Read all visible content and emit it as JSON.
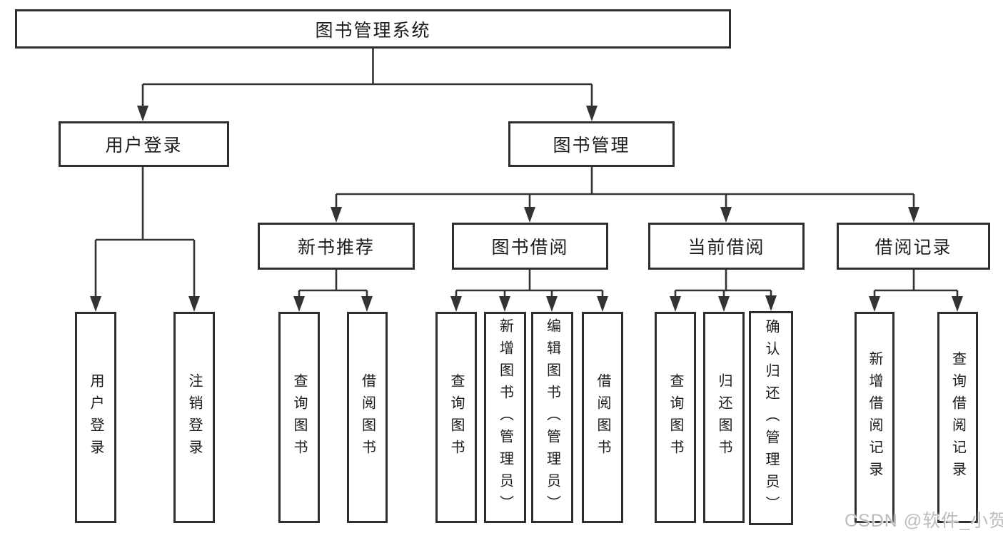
{
  "diagram_title": "图书管理系统",
  "watermark": {
    "text": "CSDN @软件_小贺同学"
  },
  "colors": {
    "background": "#ffffff",
    "box_border": "#2e2e2e",
    "line": "#333333",
    "text": "#1c1c1c",
    "watermark": "#bdbdbd"
  },
  "tree": {
    "label": "图书管理系统",
    "children": [
      {
        "label": "用户登录",
        "children": [
          {
            "label": "用户登录"
          },
          {
            "label": "注销登录"
          }
        ]
      },
      {
        "label": "图书管理",
        "children": [
          {
            "label": "新书推荐",
            "children": [
              {
                "label": "查询图书"
              },
              {
                "label": "借阅图书"
              }
            ]
          },
          {
            "label": "图书借阅",
            "children": [
              {
                "label": "查询图书"
              },
              {
                "label": "新增图书（管理员）"
              },
              {
                "label": "编辑图书（管理员）"
              },
              {
                "label": "借阅图书"
              }
            ]
          },
          {
            "label": "当前借阅",
            "children": [
              {
                "label": "查询图书"
              },
              {
                "label": "归还图书"
              },
              {
                "label": "确认归还（管理员）"
              }
            ]
          },
          {
            "label": "借阅记录",
            "children": [
              {
                "label": "新增借阅记录"
              },
              {
                "label": "查询借阅记录"
              }
            ]
          }
        ]
      }
    ]
  }
}
